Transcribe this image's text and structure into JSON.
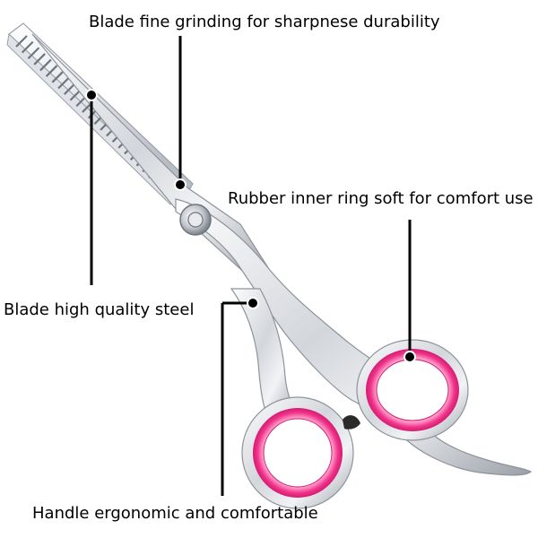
{
  "annotations": {
    "blade_grinding": "Blade fine grinding for sharpnese durability",
    "rubber_ring": "Rubber inner ring soft for comfort use",
    "blade_steel": "Blade high quality steel",
    "handle": "Handle ergonomic and comfortable"
  },
  "colors": {
    "background": "#ffffff",
    "steel_light": "#f4f5f7",
    "steel_mid": "#c9ccd2",
    "steel_dark": "#8e939b",
    "ring_pink": "#f0338a",
    "ring_pink_light": "#ff8fc2",
    "leader_line": "#000000"
  }
}
